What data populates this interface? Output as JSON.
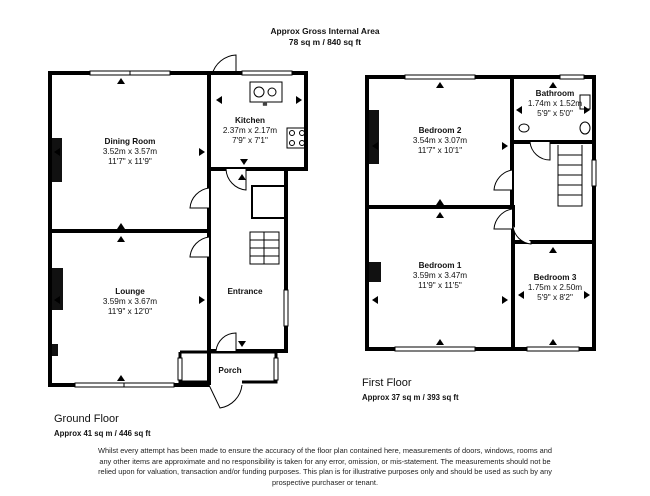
{
  "header": {
    "title": "Approx Gross Internal Area",
    "area": "78 sq m / 840 sq ft"
  },
  "ground_floor": {
    "name": "Ground Floor",
    "area": "Approx 41 sq m / 446 sq ft",
    "rooms": {
      "kitchen": {
        "name": "Kitchen",
        "metric": "2.37m x 2.17m",
        "imperial": "7'9\" x 7'1\""
      },
      "dining": {
        "name": "Dining Room",
        "metric": "3.52m x 3.57m",
        "imperial": "11'7\" x 11'9\""
      },
      "lounge": {
        "name": "Lounge",
        "metric": "3.59m x 3.67m",
        "imperial": "11'9\" x 12'0\""
      },
      "entrance": {
        "name": "Entrance"
      },
      "porch": {
        "name": "Porch"
      }
    }
  },
  "first_floor": {
    "name": "First Floor",
    "area": "Approx 37 sq m / 393 sq ft",
    "rooms": {
      "bathroom": {
        "name": "Bathroom",
        "metric": "1.74m x 1.52m",
        "imperial": "5'9\" x 5'0\""
      },
      "bed2": {
        "name": "Bedroom 2",
        "metric": "3.54m x 3.07m",
        "imperial": "11'7\" x 10'1\""
      },
      "bed1": {
        "name": "Bedroom 1",
        "metric": "3.59m x 3.47m",
        "imperial": "11'9\" x 11'5\""
      },
      "bed3": {
        "name": "Bedroom 3",
        "metric": "1.75m x 2.50m",
        "imperial": "5'9\" x 8'2\""
      }
    }
  },
  "disclaimer": [
    "Whilst every attempt has been made to ensure the accuracy of the floor plan contained here, measurements of doors, windows, rooms and",
    "any other items are approximate and no responsibility is taken for any error, omission, or mis-statement. The measurements should not be",
    "relied upon for valuation, transaction and/or funding purposes. This plan is for illustrative purposes only and should be used as such by any",
    "prospective purchaser or tenant."
  ]
}
